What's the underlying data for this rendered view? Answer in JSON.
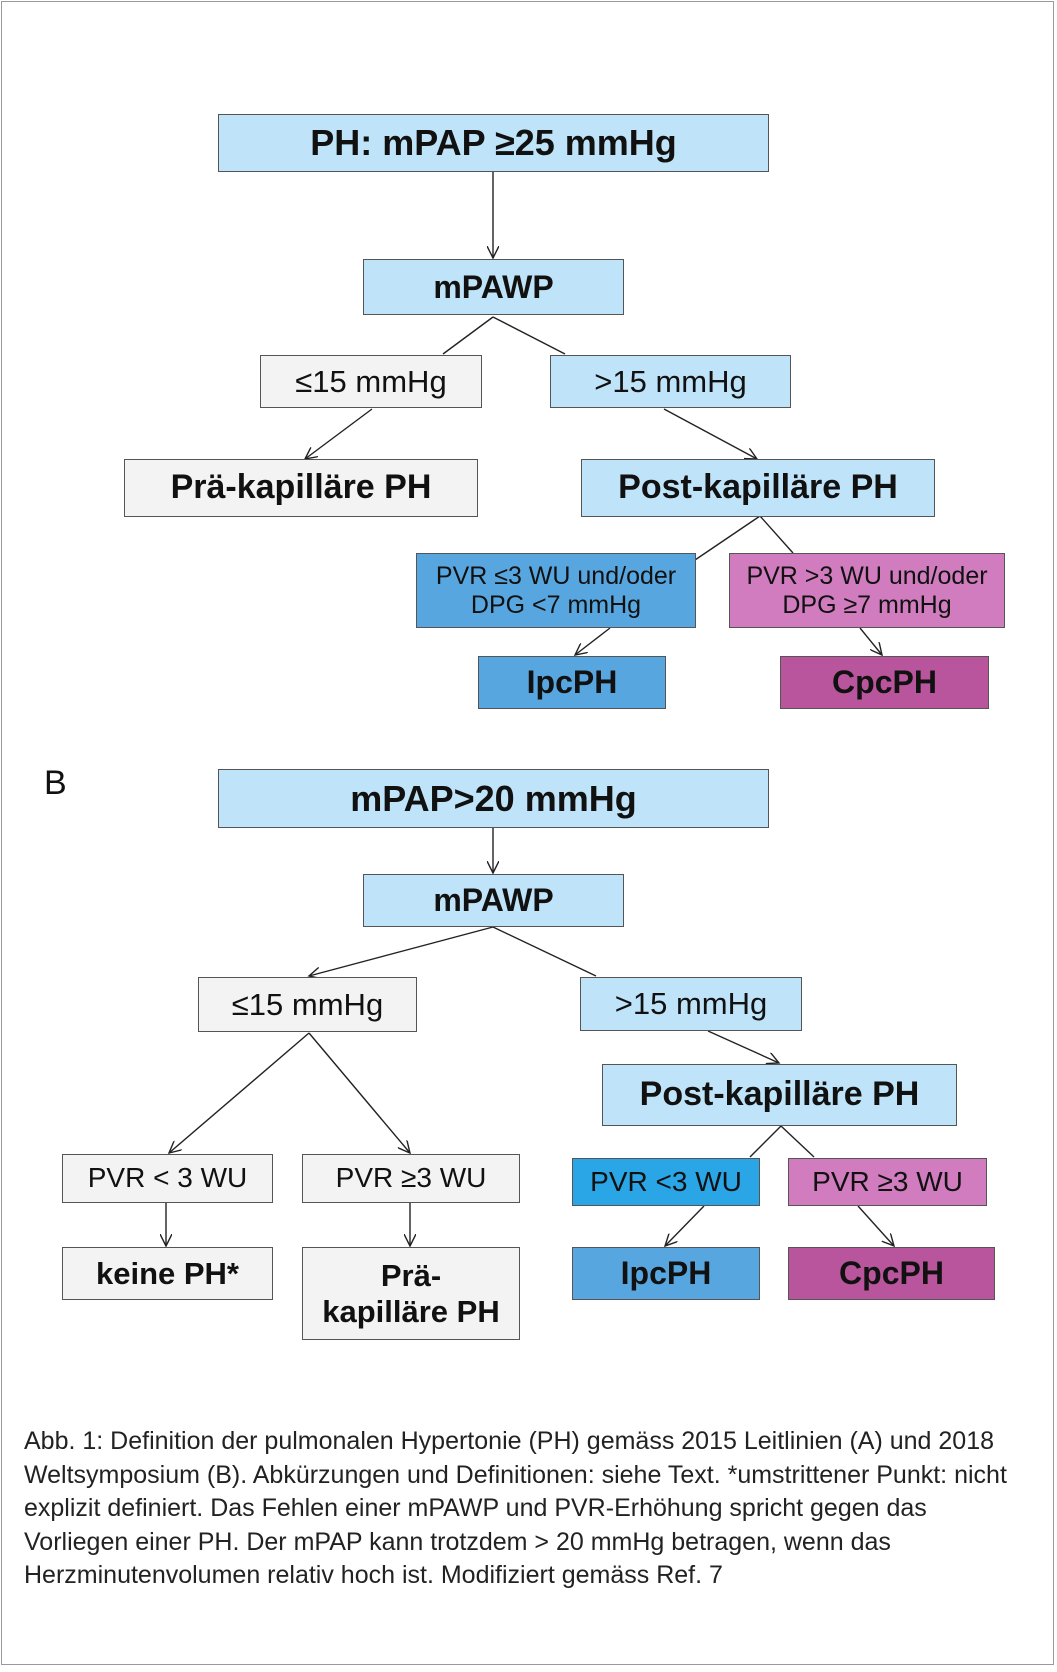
{
  "section_b_label": "B",
  "diagram_a": {
    "root": "PH: mPAP ≥25 mmHg",
    "pawp": "mPAWP",
    "le15": "≤15 mmHg",
    "gt15": ">15 mmHg",
    "pre": "Prä-kapilläre PH",
    "post": "Post-kapilläre PH",
    "pvr_low_line1": "PVR ≤3 WU und/oder",
    "pvr_low_line2": "DPG <7 mmHg",
    "pvr_high_line1": "PVR >3 WU und/oder",
    "pvr_high_line2": "DPG ≥7 mmHg",
    "ipcph": "IpcPH",
    "cpcph": "CpcPH"
  },
  "diagram_b": {
    "root": "mPAP>20 mmHg",
    "pawp": "mPAWP",
    "le15": "≤15 mmHg",
    "gt15": ">15 mmHg",
    "post": "Post-kapilläre PH",
    "pvr_lt3_left": "PVR < 3 WU",
    "pvr_ge3_left": "PVR ≥3 WU",
    "pvr_lt3_right": "PVR <3 WU",
    "pvr_ge3_right": "PVR ≥3 WU",
    "keine_ph": "keine PH*",
    "pre_line1": "Prä-",
    "pre_line2": "kapilläre PH",
    "ipcph": "IpcPH",
    "cpcph": "CpcPH"
  },
  "caption": "Abb. 1: Definition der pulmonalen Hypertonie (PH) gemäss 2015 Leitlinien (A) und 2018 Weltsymposium (B). Abkürzungen und Definitionen: siehe Text. *umstrittener Punkt: nicht explizit definiert. Das Fehlen einer mPAWP und PVR-Erhöhung spricht gegen das Vorliegen einer PH. Der mPAP kann trotzdem > 20 mmHg betragen, wenn das Herzminutenvolumen relativ hoch ist. Modifiziert gemäss Ref. 7"
}
